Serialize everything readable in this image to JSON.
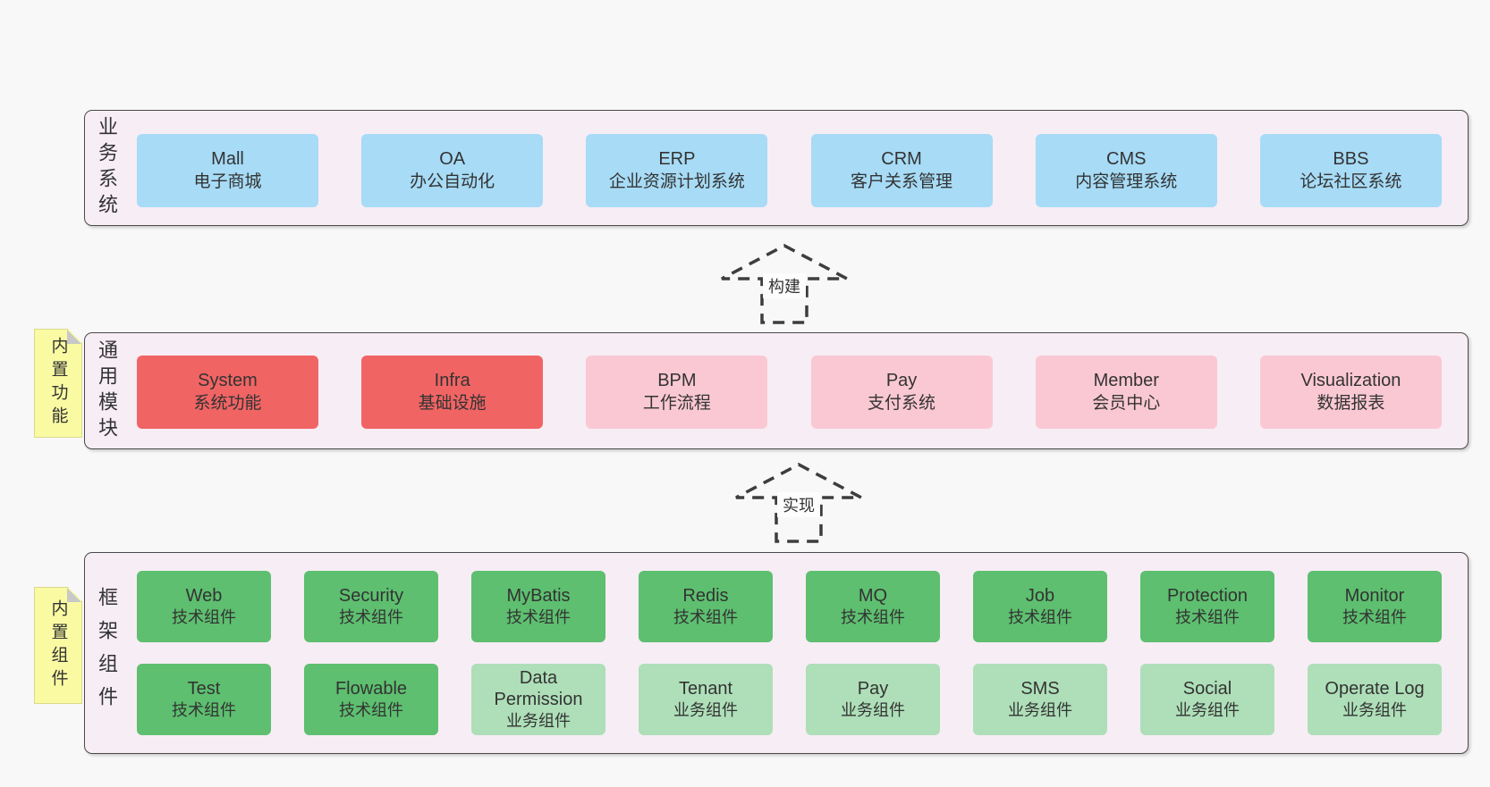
{
  "palette": {
    "page_bg": "#f8f8f8",
    "container_bg": "#f7edf5",
    "container_border": "#4a4a4a",
    "system_box_blue": "#a7dbf6",
    "core_module_red": "#f16464",
    "module_pink": "#fac8d3",
    "tech_component_green": "#5dbf6f",
    "biz_component_light_green": "#aedfb8",
    "note_yellow": "#fafaa3",
    "note_fold_gray": "#c8c8c8",
    "text": "#333333"
  },
  "arrows": [
    {
      "label": "构建"
    },
    {
      "label": "实现"
    }
  ],
  "sections": {
    "business": {
      "label": "业务系统",
      "boxes": [
        {
          "name": "Mall",
          "desc": "电子商城"
        },
        {
          "name": "OA",
          "desc": "办公自动化"
        },
        {
          "name": "ERP",
          "desc": "企业资源计划系统"
        },
        {
          "name": "CRM",
          "desc": "客户关系管理"
        },
        {
          "name": "CMS",
          "desc": "内容管理系统"
        },
        {
          "name": "BBS",
          "desc": "论坛社区系统"
        }
      ]
    },
    "modules": {
      "label": "通用模块",
      "note": "内置功能",
      "boxes": [
        {
          "name": "System",
          "desc": "系统功能"
        },
        {
          "name": "Infra",
          "desc": "基础设施"
        },
        {
          "name": "BPM",
          "desc": "工作流程"
        },
        {
          "name": "Pay",
          "desc": "支付系统"
        },
        {
          "name": "Member",
          "desc": "会员中心"
        },
        {
          "name": "Visualization",
          "desc": "数据报表"
        }
      ]
    },
    "framework": {
      "label": "框架组件",
      "note": "内置组件",
      "row1": [
        {
          "name": "Web",
          "desc": "技术组件"
        },
        {
          "name": "Security",
          "desc": "技术组件"
        },
        {
          "name": "MyBatis",
          "desc": "技术组件"
        },
        {
          "name": "Redis",
          "desc": "技术组件"
        },
        {
          "name": "MQ",
          "desc": "技术组件"
        },
        {
          "name": "Job",
          "desc": "技术组件"
        },
        {
          "name": "Protection",
          "desc": "技术组件"
        },
        {
          "name": "Monitor",
          "desc": "技术组件"
        }
      ],
      "row2": [
        {
          "name": "Test",
          "desc": "技术组件"
        },
        {
          "name": "Flowable",
          "desc": "技术组件"
        },
        {
          "name": "Data Permission",
          "desc": "业务组件"
        },
        {
          "name": "Tenant",
          "desc": "业务组件"
        },
        {
          "name": "Pay",
          "desc": "业务组件"
        },
        {
          "name": "SMS",
          "desc": "业务组件"
        },
        {
          "name": "Social",
          "desc": "业务组件"
        },
        {
          "name": "Operate Log",
          "desc": "业务组件"
        }
      ]
    }
  }
}
